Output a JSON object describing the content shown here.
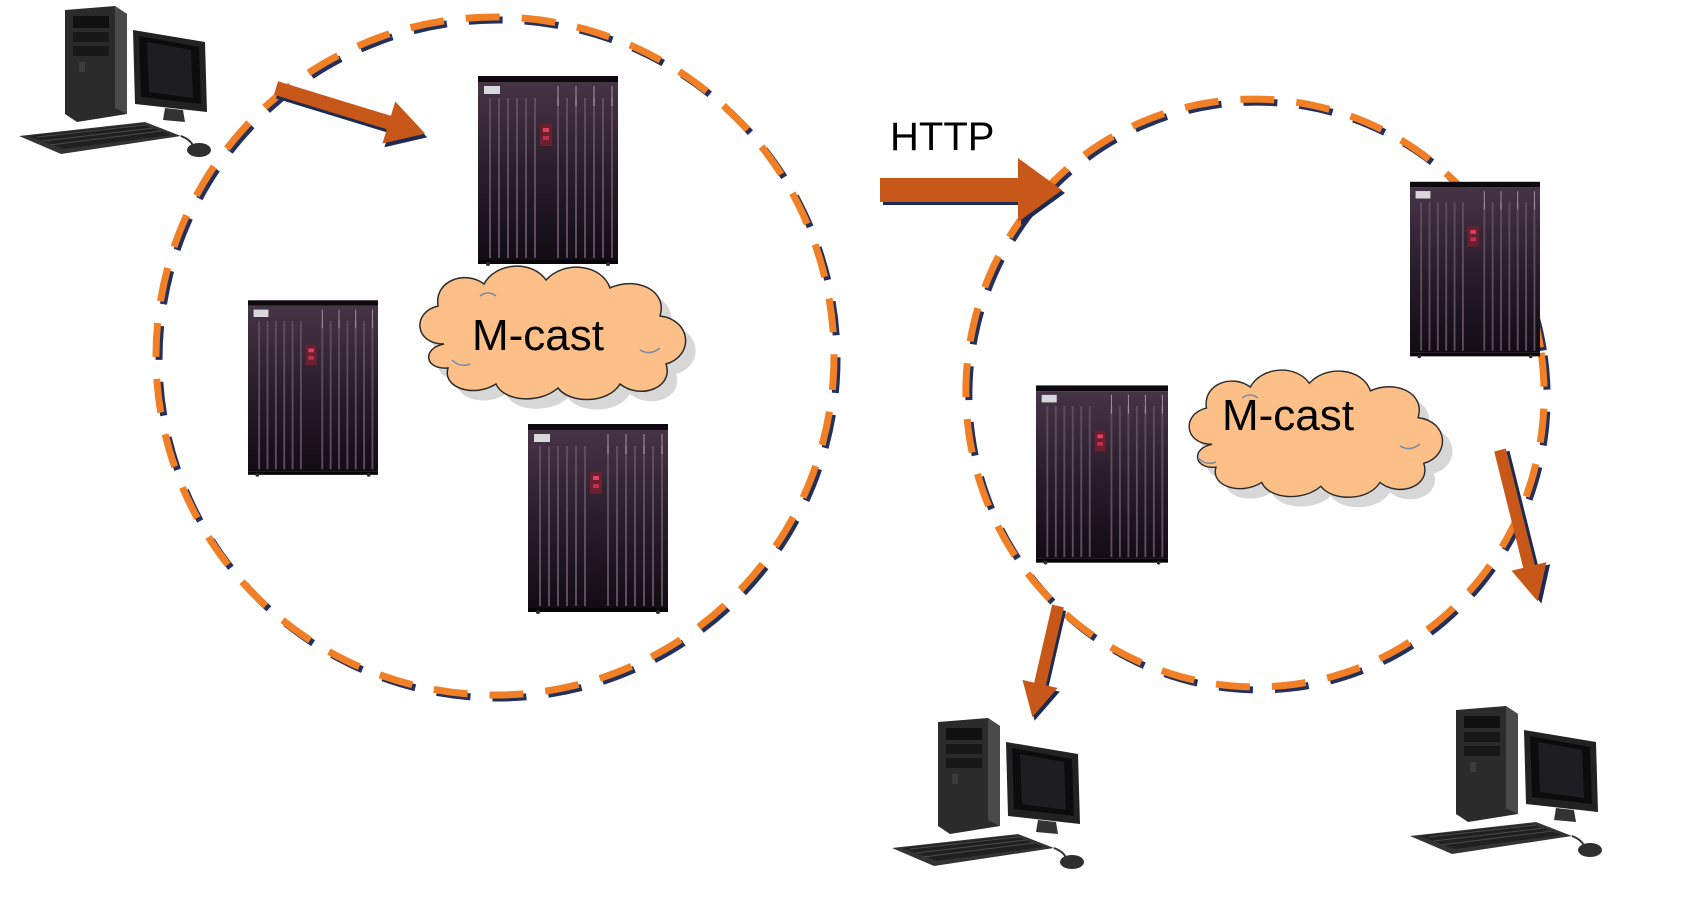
{
  "diagram": {
    "protocol_label": "HTTP",
    "cloud_left_label": "M-cast",
    "cloud_right_label": "M-cast"
  },
  "colors": {
    "arrow": "#c8581a",
    "arrow_shadow": "#1d2b52",
    "dash": "#f07f25",
    "dash_shadow": "#23305c",
    "cloud_fill": "#fbbf87",
    "server_body": "#2b1e2c"
  },
  "icons": [
    "desktop-computer-icon",
    "server-rack-icon",
    "cloud-icon",
    "arrow-icon"
  ]
}
